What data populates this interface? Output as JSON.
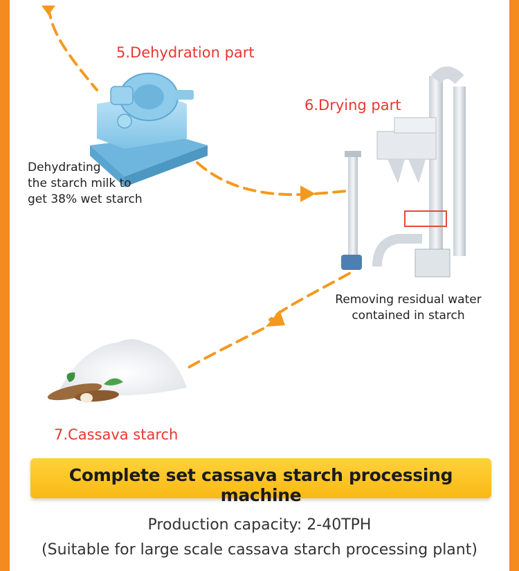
{
  "steps": [
    {
      "title": "5.Dehydration part",
      "desc_lines": [
        "Dehydrating",
        "the starch milk to",
        "get 38% wet starch"
      ],
      "image": "centrifuge-machine"
    },
    {
      "title": "6.Drying part",
      "desc_lines": [
        "Removing residual water",
        "contained in starch"
      ],
      "image": "flash-dryer-tower"
    },
    {
      "title": "7.Cassava starch",
      "image": "starch-pile-with-cassava"
    }
  ],
  "banner": {
    "title": "Complete set cassava starch processing machine"
  },
  "footer": {
    "capacity": "Production capacity: 2-40TPH",
    "note": "(Suitable for large scale cassava starch processing plant)"
  },
  "colors": {
    "frame": "#f58a1f",
    "flow_arrow": "#f39a1e",
    "step_title": "#e8372f",
    "banner": "#fbbf1a",
    "machine": "#9fd3ee"
  }
}
